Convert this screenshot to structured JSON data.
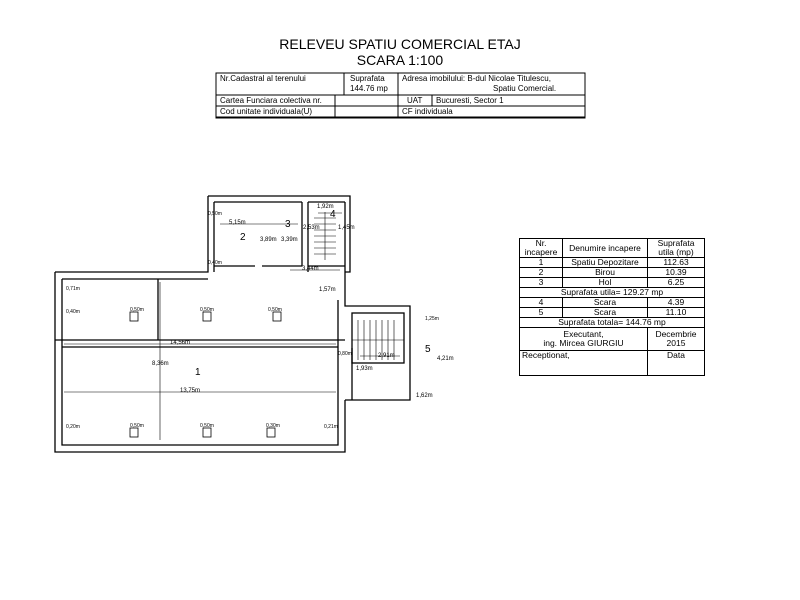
{
  "header": {
    "title": "RELEVEU  SPATIU COMERCIAL ETAJ",
    "scale": "SCARA 1:100"
  },
  "info_table": {
    "nr_cadastral": "Nr.Cadastral al terenului",
    "suprafata_label": "Suprafata",
    "suprafata_value": "144.76 mp",
    "adresa_line1": "Adresa imobilului: B-dul Nicolae Titulescu,",
    "adresa_line2": "Spatiu Comercial.",
    "cartea_funciara": "Cartea Funciara colectiva nr.",
    "uat_label": "UAT",
    "uat_value": "Bucuresti, Sector 1",
    "cod_unitate": "Cod unitate individuala(U)",
    "cf_individuala": "CF individuala"
  },
  "room_table": {
    "headers": [
      "Nr. incapere",
      "Denumire incapere",
      "Suprafata utila (mp)"
    ],
    "rows": [
      {
        "nr": "1",
        "name": "Spatiu Depozitare",
        "area": "112.63"
      },
      {
        "nr": "2",
        "name": "Birou",
        "area": "10.39"
      },
      {
        "nr": "3",
        "name": "Hol",
        "area": "6.25"
      }
    ],
    "utila_total": "Suprafata utila=  129.27 mp",
    "extra_rows": [
      {
        "nr": "4",
        "name": "Scara",
        "area": "4.39"
      },
      {
        "nr": "5",
        "name": "Scara",
        "area": "11.10"
      }
    ],
    "totala": "Suprafata totala=  144.76 mp",
    "executant_label": "Executant,",
    "executant_name": "ing. Mircea  GIURGIU",
    "date_label": "Decembrie 2015",
    "receptionat": "Receptionat,",
    "data_label": "Data"
  },
  "plan": {
    "rooms": [
      "1",
      "2",
      "3",
      "4",
      "5"
    ],
    "dims": {
      "d_515": "5,15m",
      "d_192": "1,92m",
      "d_344": "3,44m",
      "d_157": "1,57m",
      "d_1456": "14,56m",
      "d_1375": "13,75m",
      "d_836": "8,36m",
      "d_291": "2,91m",
      "d_162": "1,62m",
      "d_421": "4,21m",
      "d_389": "3,89m",
      "d_139": "3,39m",
      "d_253": "2,53m",
      "d_145": "1,45m",
      "d_193": "1,93m"
    },
    "small_labels": {
      "l_050": "0,50m",
      "l_040": "0,40m",
      "l_071": "0,71m",
      "l_040b": "0,40m",
      "l_020": "0,20m",
      "l_030": "0,30m",
      "l_021": "0,21m",
      "l_080": "0,80m",
      "l_125": "1,25m"
    }
  }
}
